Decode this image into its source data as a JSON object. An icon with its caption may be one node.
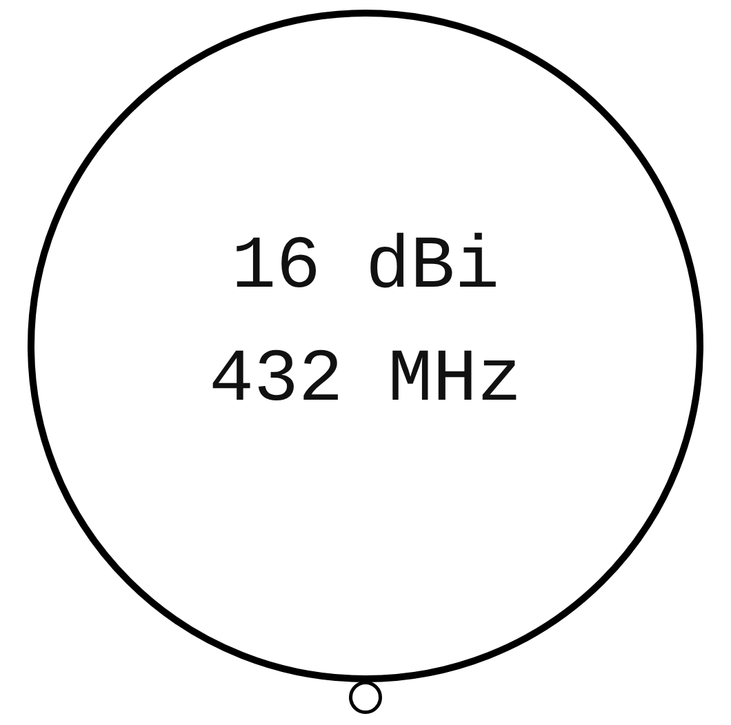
{
  "diagram": {
    "nodes": [
      {
        "text": [
          "16 dBi",
          "432 MHz"
        ]
      },
      {
        "text": [],
        "shape": "circle"
      }
    ]
  }
}
